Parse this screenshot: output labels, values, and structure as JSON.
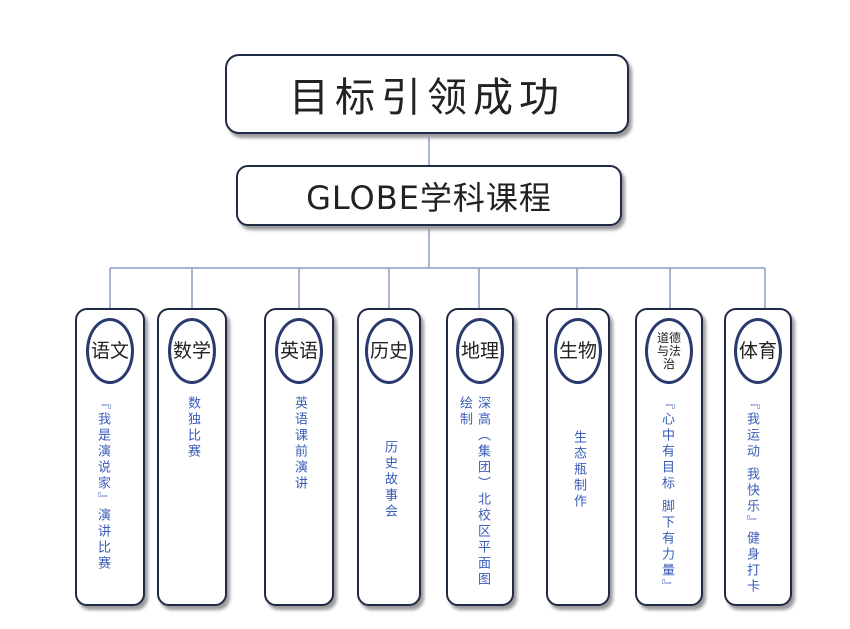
{
  "root": {
    "label": "目标引领成功"
  },
  "course": {
    "label": "GLOBE学科课程"
  },
  "subjects": [
    {
      "name": "语文",
      "activity": "『我是演说家』演讲比赛"
    },
    {
      "name": "数学",
      "activity": "数独比赛"
    },
    {
      "name": "英语",
      "activity": "英语课前演讲"
    },
    {
      "name": "历史",
      "activity": "历史故事会"
    },
    {
      "name": "地理",
      "activity": "深高（集团）北校区平面图绘制"
    },
    {
      "name": "生物",
      "activity": "生态瓶制作"
    },
    {
      "name": "道德与法治",
      "activity": "『心中有目标 脚下有力量』"
    },
    {
      "name": "体育",
      "activity": "『我运动 我快乐』健身打卡"
    }
  ],
  "colors": {
    "border": "#1f2a44",
    "connector": "#8a9cc4",
    "activity_text": "#3a5cb8"
  }
}
